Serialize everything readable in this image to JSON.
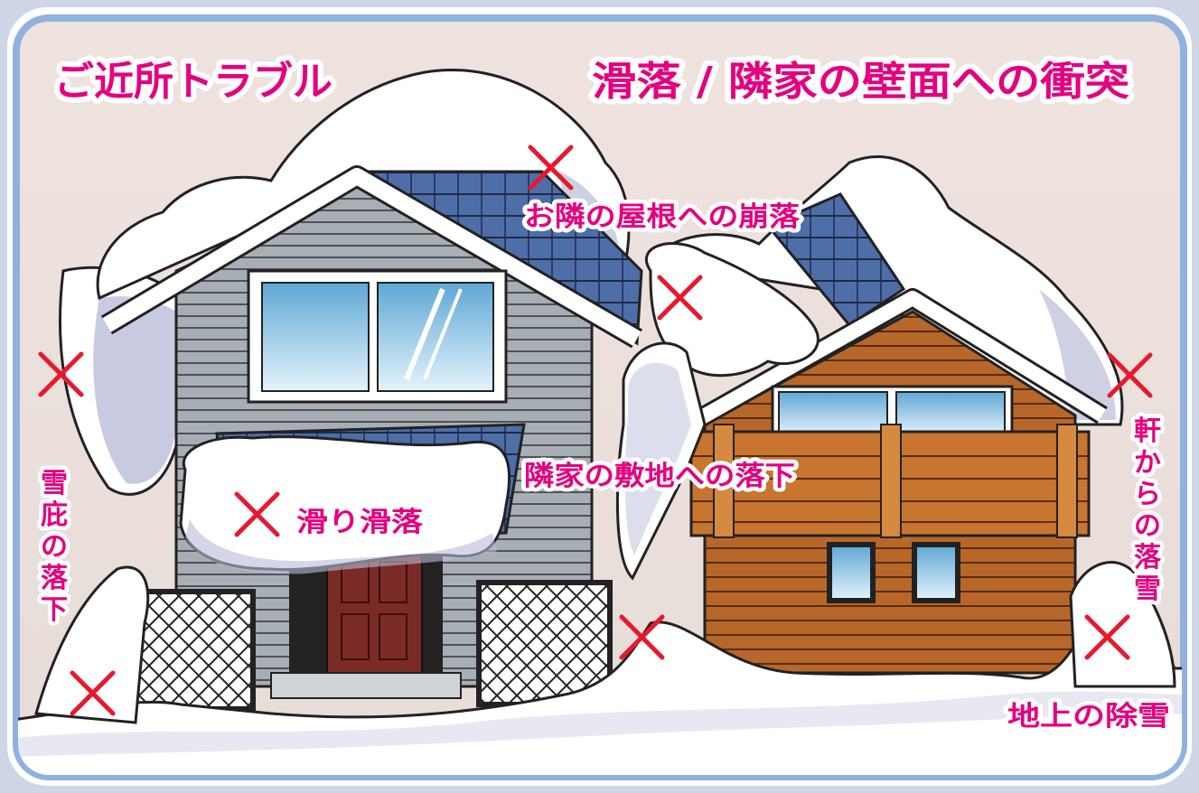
{
  "title_left": "ご近所トラブル",
  "title_right": "滑落 / 隣家の壁面への衝突",
  "labels": {
    "roof_collapse": "お隣の屋根への崩落",
    "slide": "滑り滑落",
    "neighbor_land": "隣家の敷地への落下",
    "cornice": [
      "雪",
      "庇",
      "の",
      "落",
      "下"
    ],
    "eaves": [
      "軒",
      "か",
      "ら",
      "の",
      "落",
      "雪"
    ],
    "ground": "地上の除雪"
  },
  "colors": {
    "label": "#e4007f",
    "mark": "#e8182d",
    "frame": "#8fb2de",
    "wall_gray": "#a5abb2",
    "roof_blue": "#4f6fa8",
    "wall_brown": "#b9672c"
  }
}
